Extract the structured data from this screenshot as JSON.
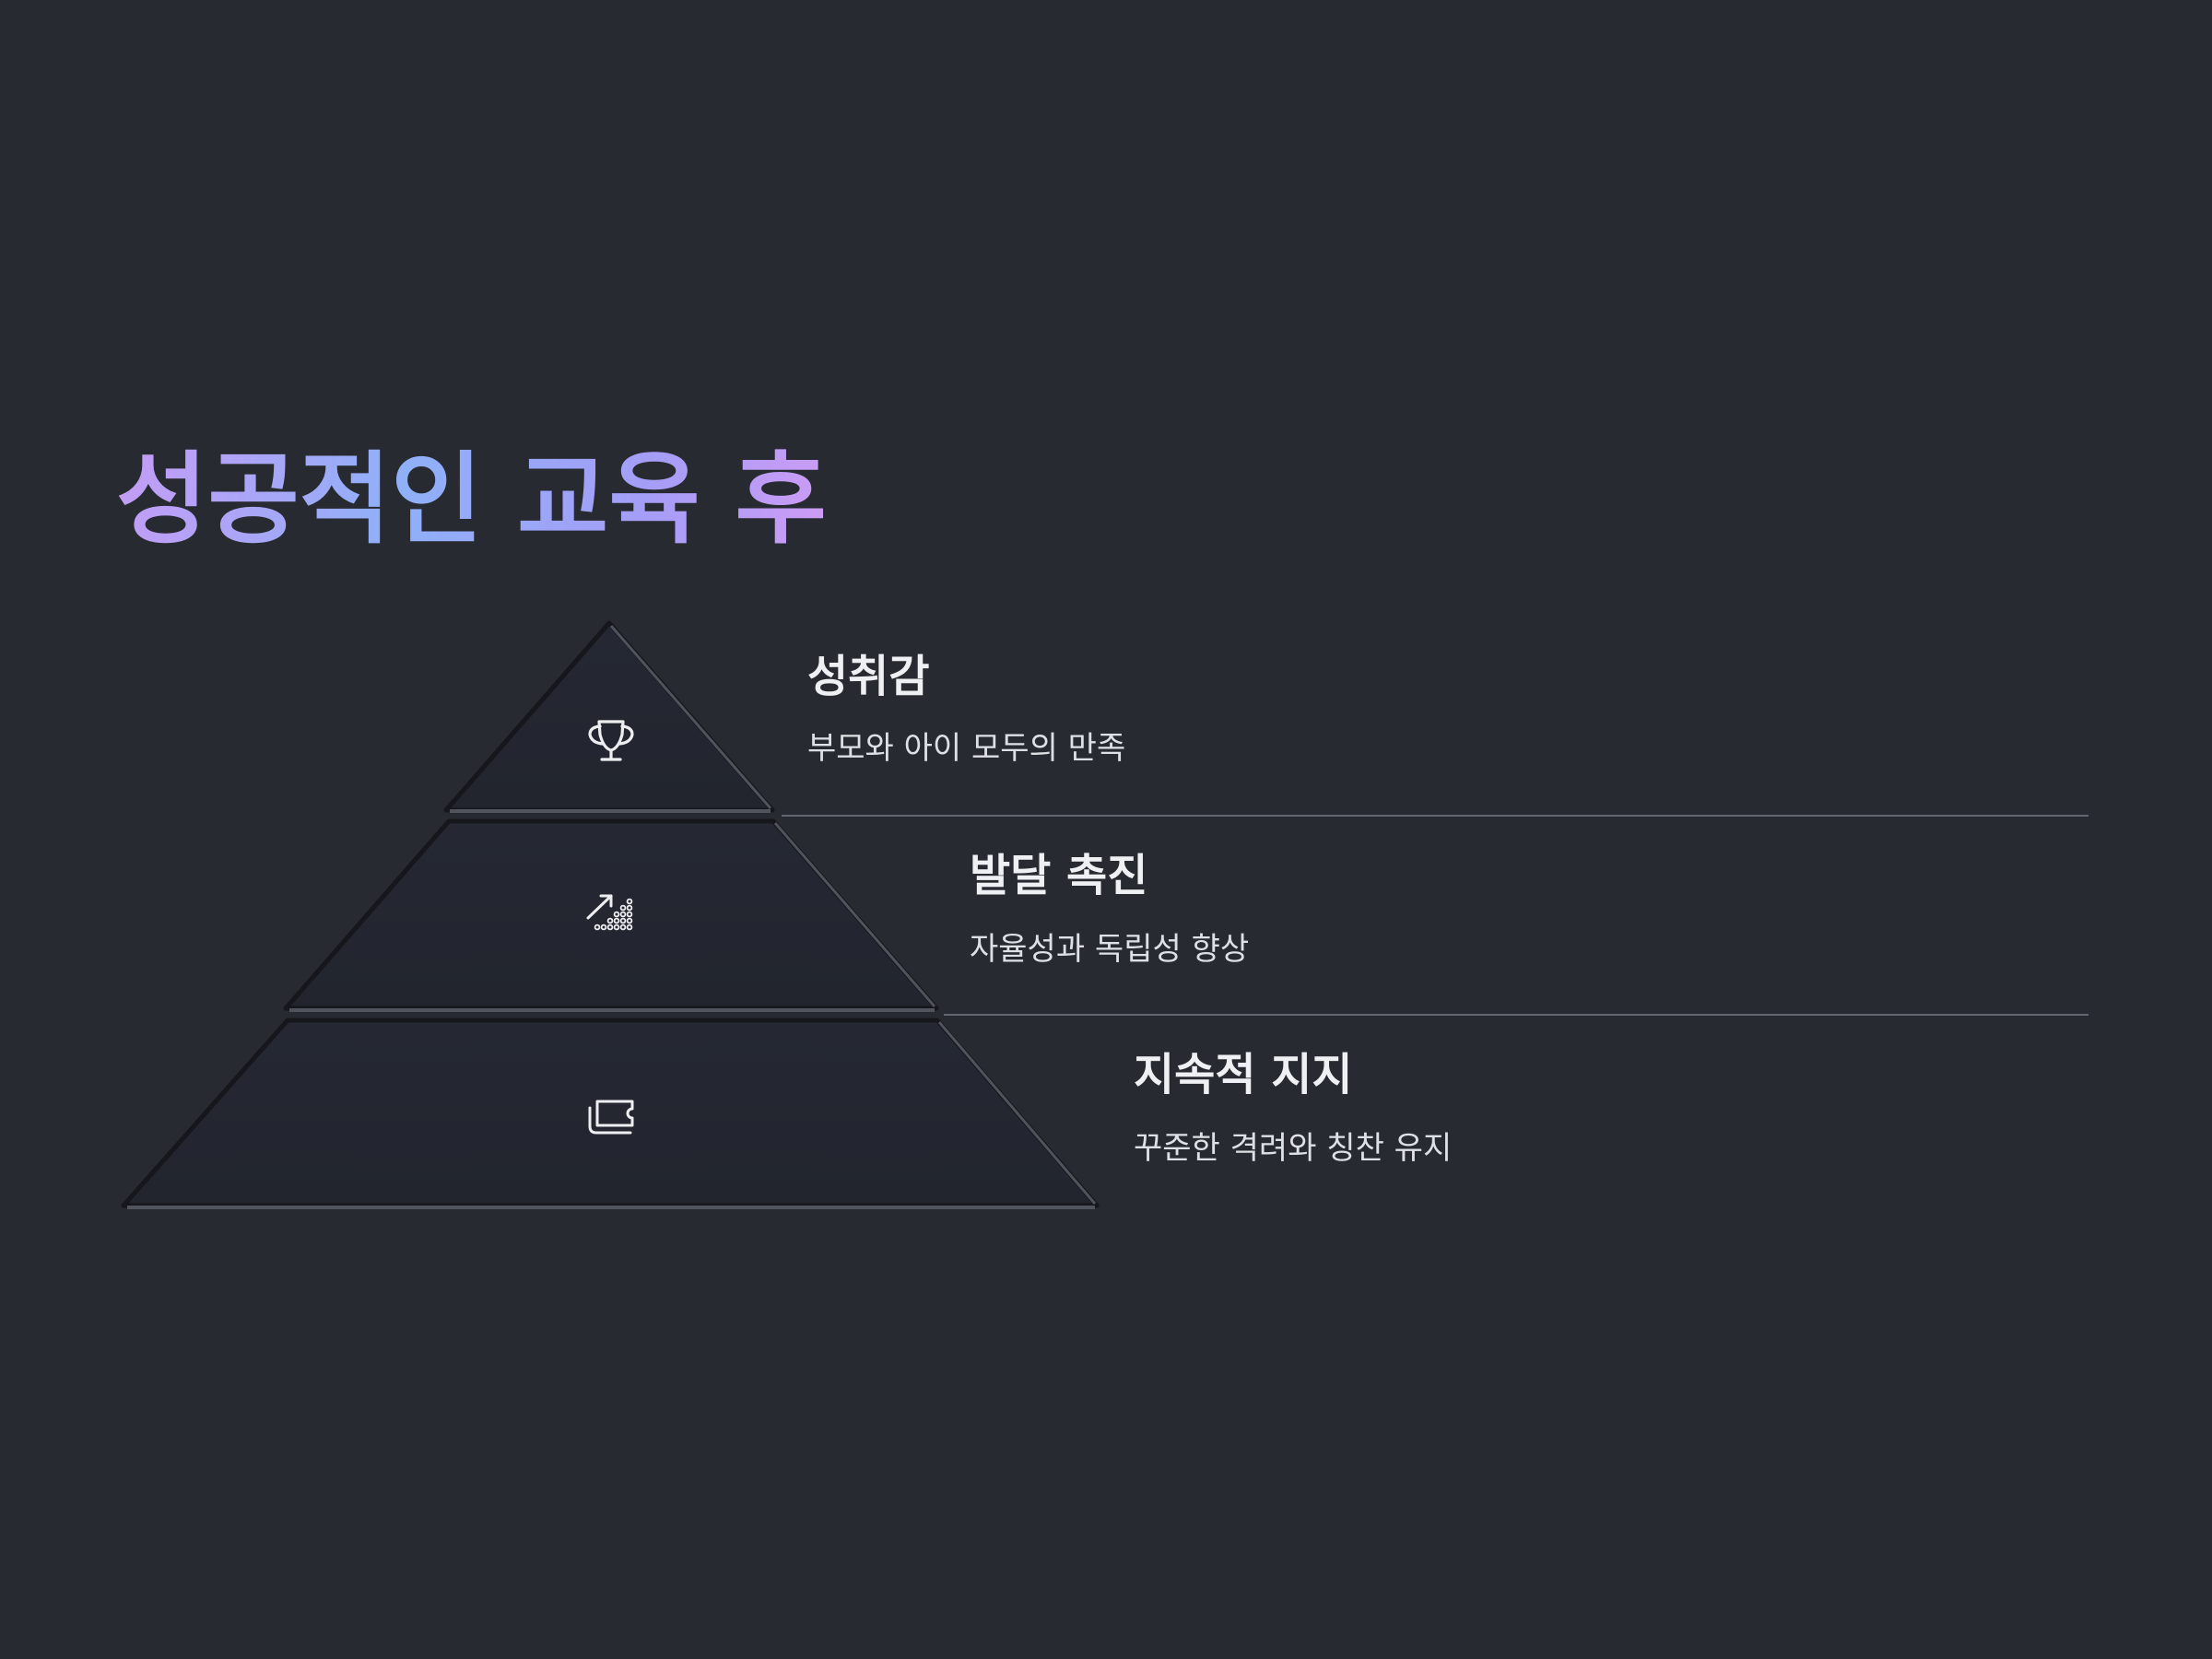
{
  "title": "성공적인 교육 후",
  "colors": {
    "background": "#272a30",
    "layer_fill": "#232630",
    "title_gradient": [
      "#c59cf6",
      "#8fb0f8",
      "#cf9cf5"
    ],
    "text": "#eef0f3",
    "divider": "#62666e"
  },
  "levels": [
    {
      "heading": "성취감",
      "description": "부모와 아이 모두의 만족",
      "icon": "trophy-icon"
    },
    {
      "heading": "발달 촉진",
      "description": "자율성과 독립성 향상",
      "icon": "growth-chart-icon"
    },
    {
      "heading": "지속적 지지",
      "description": "꾸준한 격려와 칭찬 유지",
      "icon": "ticket-icon"
    }
  ]
}
